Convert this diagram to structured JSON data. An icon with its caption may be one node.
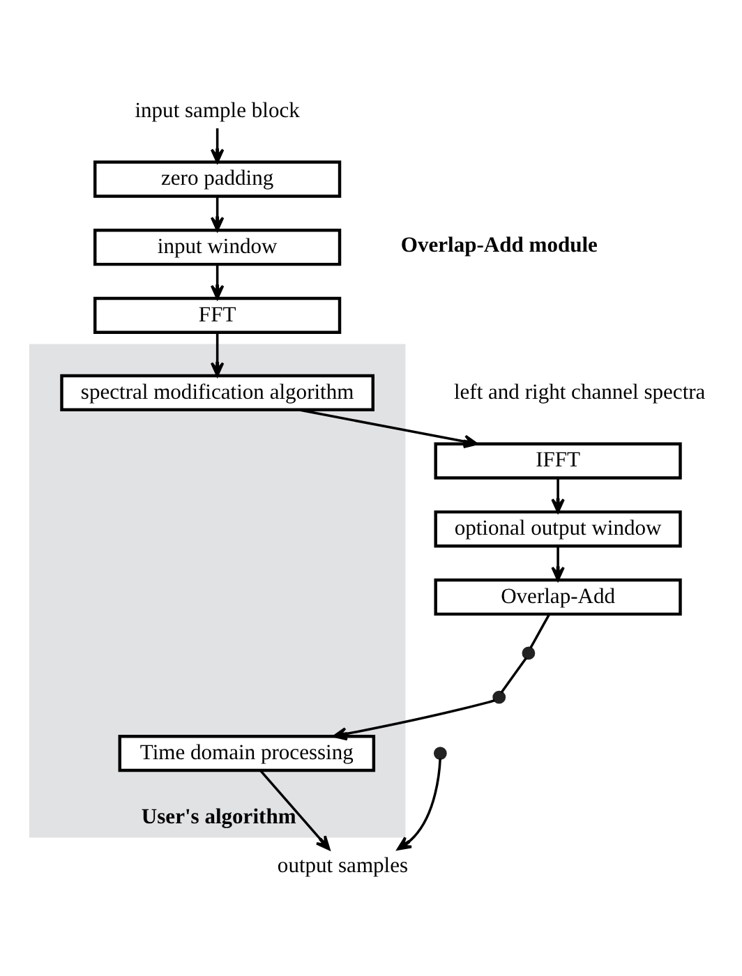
{
  "diagram": {
    "nodes": [
      {
        "text": [
          "input sample block"
        ]
      },
      {
        "text": [
          "zero padding"
        ]
      },
      {
        "text": [
          "input window"
        ]
      },
      {
        "text": [
          "FFT"
        ]
      },
      {
        "text": [
          "User's algorithm"
        ]
      },
      {
        "text": [
          "spectral modification algorithm"
        ],
        "in": 4
      },
      {
        "text": [
          "IFFT"
        ]
      },
      {
        "text": [
          "optional output window"
        ]
      },
      {
        "text": [
          "Overlap-Add"
        ]
      },
      {
        "text": [],
        "shape": "circle"
      },
      {
        "text": [],
        "shape": "circle"
      },
      {
        "text": [],
        "shape": "circle"
      },
      {
        "text": [
          "Time domain processing"
        ],
        "in": 4
      },
      {
        "text": [
          "output samples"
        ]
      }
    ],
    "edges": [
      {
        "from": 0,
        "to": 1,
        "arrow": "to"
      },
      {
        "from": 1,
        "to": 2,
        "arrow": "to"
      },
      {
        "from": 2,
        "to": 3,
        "arrow": "to"
      },
      {
        "from": 3,
        "to": 5,
        "arrow": "to"
      },
      {
        "from": 5,
        "to": 6,
        "arrow": "to"
      },
      {
        "from": 6,
        "to": 7,
        "arrow": "to"
      },
      {
        "from": 7,
        "to": 8,
        "arrow": "to"
      },
      {
        "from": 8,
        "to": 9,
        "arrow": "none"
      },
      {
        "from": 9,
        "to": 11,
        "arrow": "none"
      },
      {
        "from": 11,
        "to": 12,
        "arrow": "to"
      },
      {
        "from": 10,
        "to": 13,
        "arrow": "to"
      },
      {
        "from": 12,
        "to": 13,
        "arrow": "to"
      }
    ],
    "labels": [
      "Overlap-Add module",
      "left and right channel spectra"
    ]
  }
}
